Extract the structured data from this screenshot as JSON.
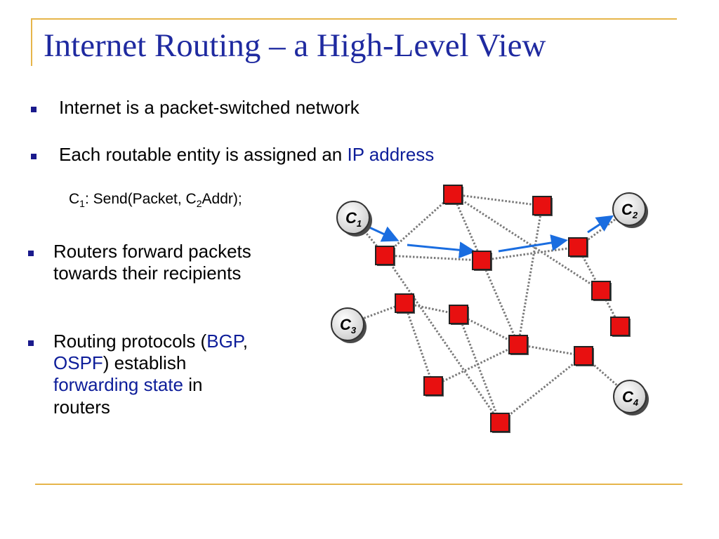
{
  "slide": {
    "title": "Internet Routing – a High-Level View",
    "bullets": [
      {
        "text": "Internet is a packet-switched network"
      },
      {
        "pre": "Each routable entity is assigned an ",
        "hl": "IP address"
      },
      {
        "line1": "Routers forward packets",
        "line2": "towards their recipients"
      },
      {
        "l1_pre": "Routing protocols (",
        "l1_hl": "BGP",
        "l1_post": ",",
        "l2_hl": "OSPF",
        "l2_post": ") establish",
        "l3_hl": "forwarding state",
        "l3_post": " in",
        "l4": "routers"
      }
    ],
    "code": {
      "c": "C",
      "c_sub": "1",
      "mid": ":  Send(Packet, C",
      "c2_sub": "2",
      "end": "Addr);"
    }
  },
  "colors": {
    "title": "#1f2aa0",
    "highlight": "#0d1d99",
    "accent_line": "#e6b54a",
    "router": "#e81010",
    "arrow": "#1a6de0",
    "link": "#7a7a7a"
  },
  "diagram": {
    "clients": [
      {
        "id": "c1",
        "letter": "C",
        "sub": "1"
      },
      {
        "id": "c2",
        "letter": "C",
        "sub": "2"
      },
      {
        "id": "c3",
        "letter": "C",
        "sub": "3"
      },
      {
        "id": "c4",
        "letter": "C",
        "sub": "4"
      }
    ]
  }
}
